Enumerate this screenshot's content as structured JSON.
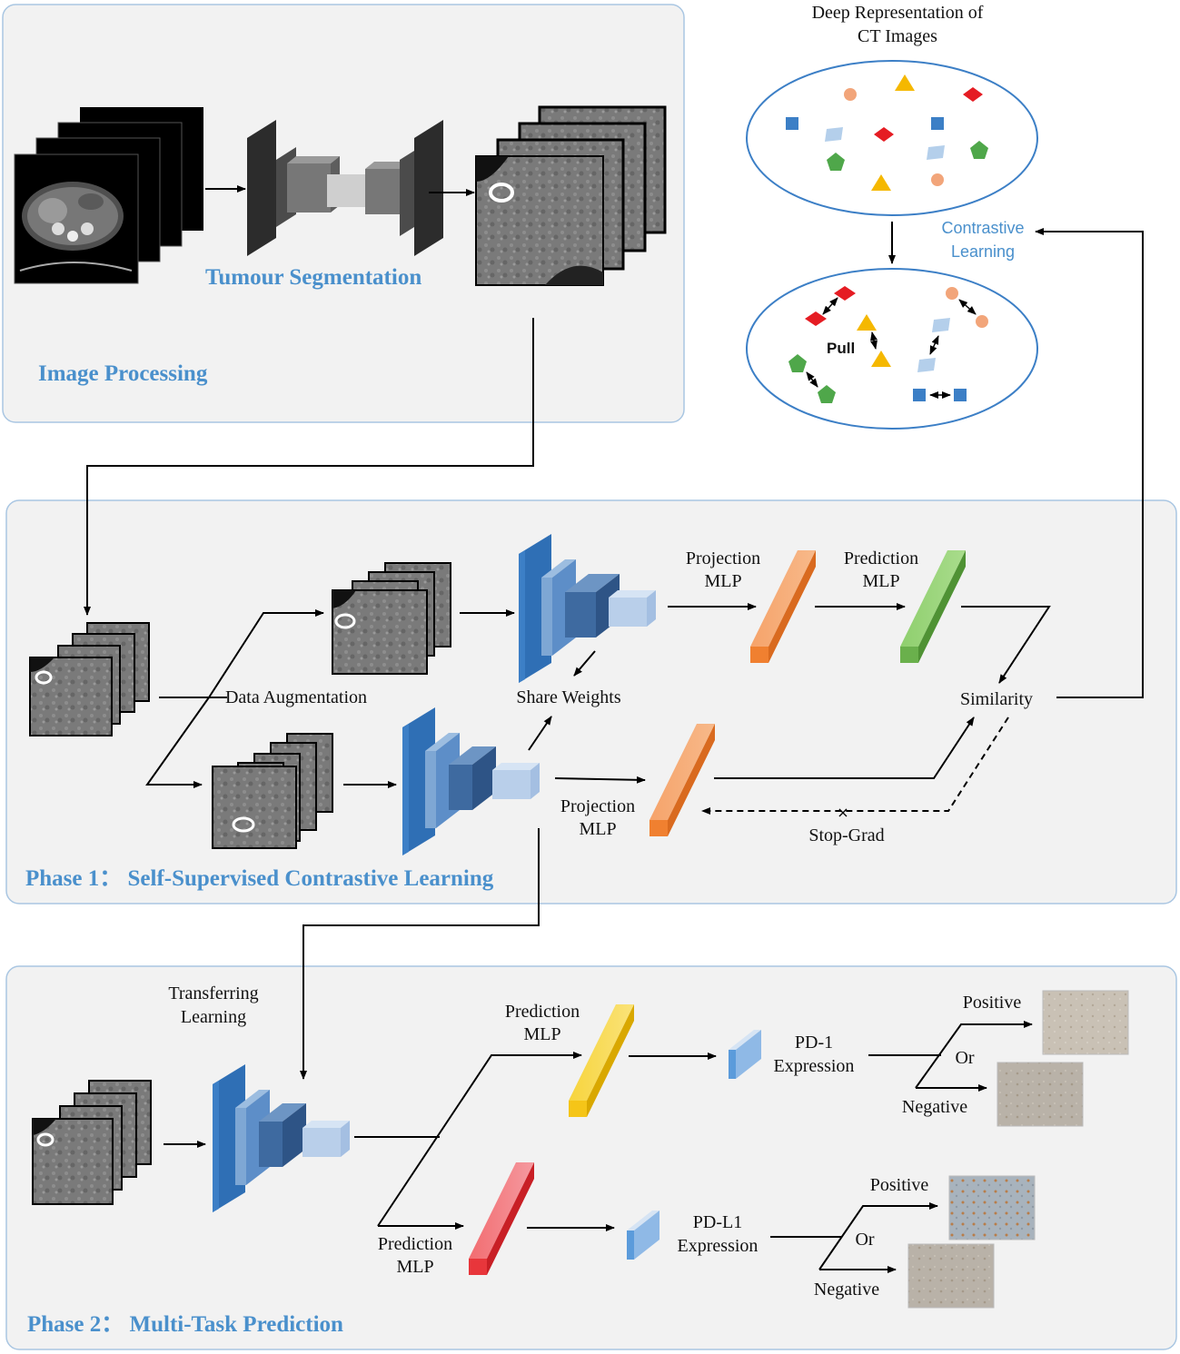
{
  "panels": {
    "image_processing": {
      "title": "Image Processing",
      "seg_label": "Tumour Segmentation"
    },
    "phase1": {
      "title": "Phase 1： Self-Supervised Contrastive Learning"
    },
    "phase2": {
      "title": "Phase 2： Multi-Task Prediction"
    }
  },
  "representation": {
    "title_line1": "Deep Representation of",
    "title_line2": "CT Images",
    "contrastive_line1": "Contrastive",
    "contrastive_line2": "Learning",
    "pull": "Pull"
  },
  "phase1_labels": {
    "data_augmentation": "Data Augmentation",
    "share_weights": "Share Weights",
    "projection_top_1": "Projection",
    "projection_top_2": "MLP",
    "prediction_1": "Prediction",
    "prediction_2": "MLP",
    "similarity": "Similarity",
    "projection_bottom_1": "Projection",
    "projection_bottom_2": "MLP",
    "stop_grad": "Stop-Grad"
  },
  "phase2_labels": {
    "transfer_1": "Transferring",
    "transfer_2": "Learning",
    "pred_top_1": "Prediction",
    "pred_top_2": "MLP",
    "pred_bottom_1": "Prediction",
    "pred_bottom_2": "MLP",
    "pd1_1": "PD-1",
    "pd1_2": "Expression",
    "pdl1_1": "PD-L1",
    "pdl1_2": "Expression",
    "positive": "Positive",
    "negative": "Negative",
    "or": "Or"
  },
  "colors": {
    "panel_bg": "#f2f2f2",
    "panel_border": "#a9c6e2",
    "title_blue": "#4a90cc",
    "encoder_blue": "#3c7fc6",
    "projection_orange": "#f08030",
    "prediction_green": "#6ab04c",
    "prediction_yellow": "#f5c518",
    "prediction_red": "#e8363b"
  }
}
